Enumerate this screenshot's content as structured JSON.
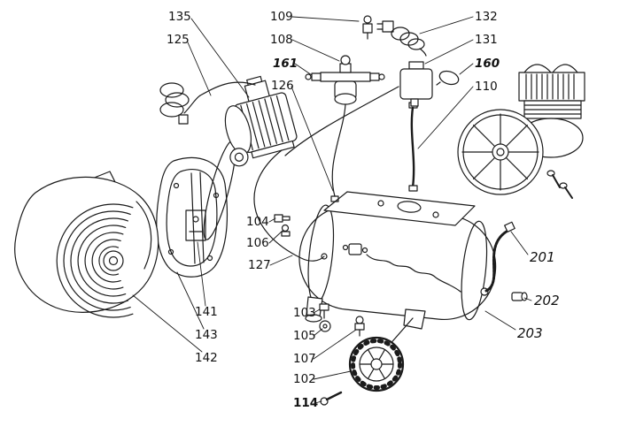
{
  "colors": {
    "ink": "#1b1b1b",
    "background": "#ffffff"
  },
  "labels": {
    "135": "135",
    "125": "125",
    "109": "109",
    "108": "108",
    "132": "132",
    "131": "131",
    "161": "161",
    "126": "126",
    "160": "160",
    "110": "110",
    "104": "104",
    "106": "106",
    "127": "127",
    "141": "141",
    "143": "143",
    "142": "142",
    "103": "103",
    "105": "105",
    "107": "107",
    "102": "102",
    "114": "114",
    "201": "201",
    "202": "202",
    "203": "203"
  }
}
